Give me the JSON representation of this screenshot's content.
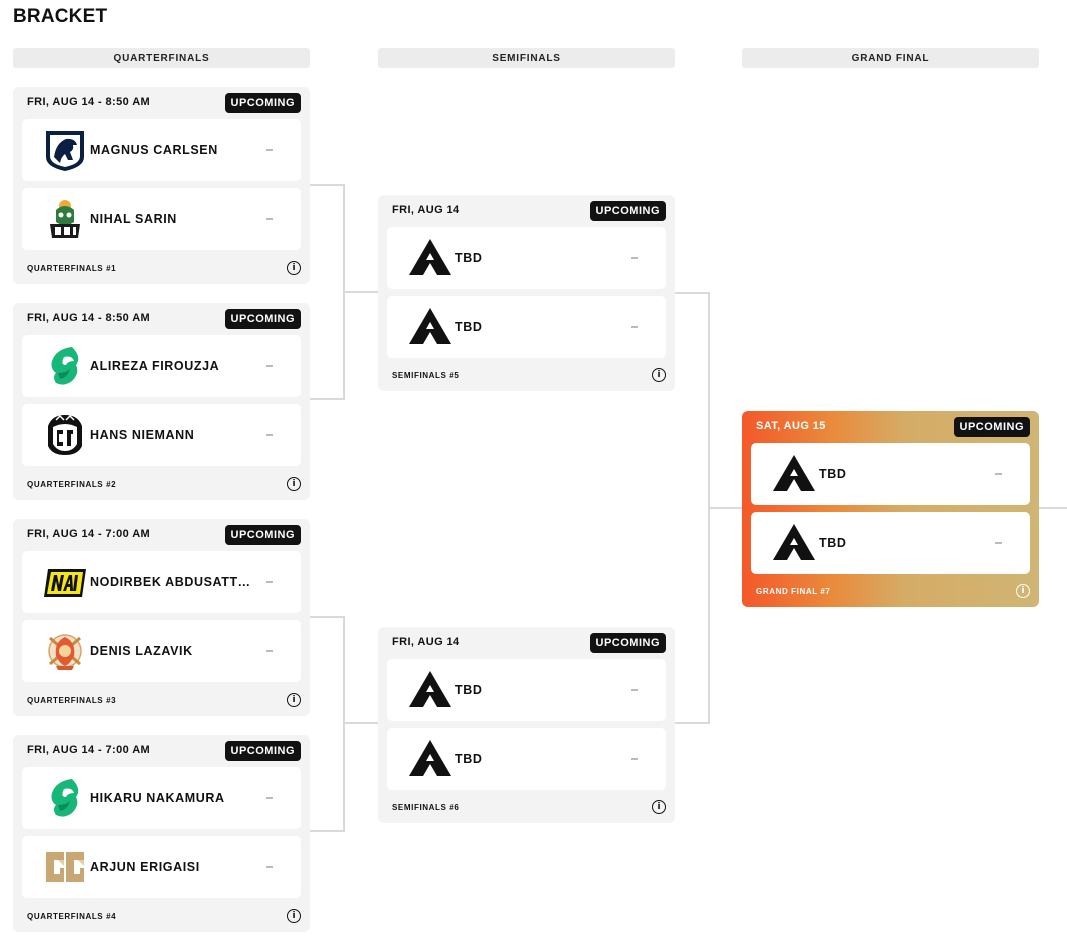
{
  "page": {
    "title": "BRACKET"
  },
  "rounds": [
    "QUARTERFINALS",
    "SEMIFINALS",
    "GRAND FINAL"
  ],
  "info_glyph": "i",
  "score_placeholder": "-",
  "colors": {
    "status_bg": "#121212",
    "card_bg": "#f3f3f3",
    "final_gradient_start": "#f4582a",
    "final_gradient_end": "#d0b574"
  },
  "matches": [
    {
      "time": "FRI, AUG 14 - 8:50 AM",
      "status": "UPCOMING",
      "label": "QUARTERFINALS #1",
      "players": [
        {
          "name": "MAGNUS CARLSEN",
          "logo": "team-liquid-logo-icon"
        },
        {
          "name": "NIHAL SARIN",
          "logo": "team-rrq-logo-icon"
        }
      ]
    },
    {
      "time": "FRI, AUG 14 - 8:50 AM",
      "status": "UPCOMING",
      "label": "QUARTERFINALS #2",
      "players": [
        {
          "name": "ALIREZA FIROUZJA",
          "logo": "team-falcons-logo-icon"
        },
        {
          "name": "HANS NIEMANN",
          "logo": "gentle-mates-logo-icon"
        }
      ]
    },
    {
      "time": "FRI, AUG 14 - 7:00 AM",
      "status": "UPCOMING",
      "label": "QUARTERFINALS #3",
      "players": [
        {
          "name": "NODIRBEK ABDUSATTOROV",
          "logo": "navi-logo-icon"
        },
        {
          "name": "DENIS LAZAVIK",
          "logo": "ninjas-in-pyjamas-logo-icon"
        }
      ]
    },
    {
      "time": "FRI, AUG 14 - 7:00 AM",
      "status": "UPCOMING",
      "label": "QUARTERFINALS #4",
      "players": [
        {
          "name": "HIKARU NAKAMURA",
          "logo": "team-falcons-logo-icon"
        },
        {
          "name": "ARJUN ERIGAISI",
          "logo": "gen-g-logo-icon"
        }
      ]
    },
    {
      "time": "FRI, AUG 14",
      "status": "UPCOMING",
      "label": "SEMIFINALS #5",
      "players": [
        {
          "name": "TBD",
          "logo": "tbd-logo-icon"
        },
        {
          "name": "TBD",
          "logo": "tbd-logo-icon"
        }
      ]
    },
    {
      "time": "FRI, AUG 14",
      "status": "UPCOMING",
      "label": "SEMIFINALS #6",
      "players": [
        {
          "name": "TBD",
          "logo": "tbd-logo-icon"
        },
        {
          "name": "TBD",
          "logo": "tbd-logo-icon"
        }
      ]
    },
    {
      "time": "SAT, AUG 15",
      "status": "UPCOMING",
      "label": "GRAND FINAL #7",
      "players": [
        {
          "name": "TBD",
          "logo": "tbd-logo-icon"
        },
        {
          "name": "TBD",
          "logo": "tbd-logo-icon"
        }
      ]
    }
  ]
}
